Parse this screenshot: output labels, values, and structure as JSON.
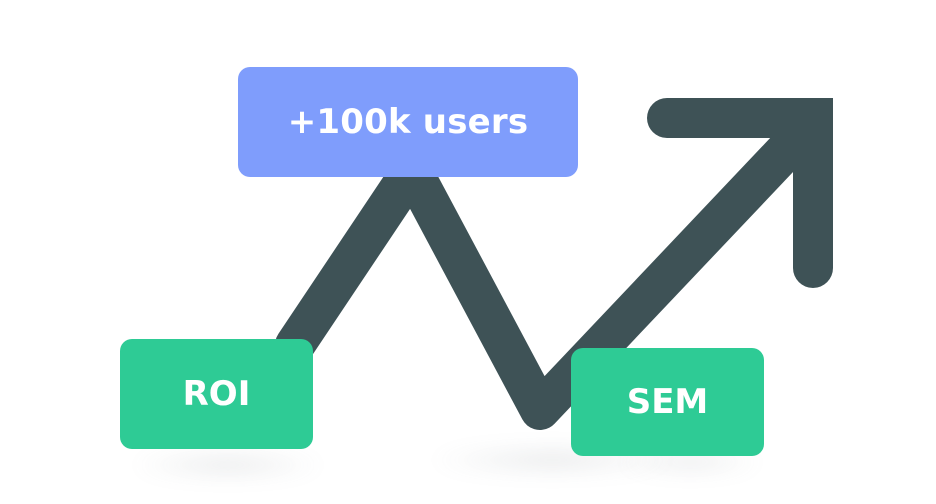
{
  "labels": {
    "users": "+100k users",
    "roi": "ROI",
    "sem": "SEM"
  },
  "colors": {
    "arrow": "#3e5256",
    "users_tag": "#7f9dfc",
    "green_tag": "#2ecb95",
    "background": "#ffffff"
  },
  "icons": {
    "arrow": "trend-up-arrow-icon"
  }
}
